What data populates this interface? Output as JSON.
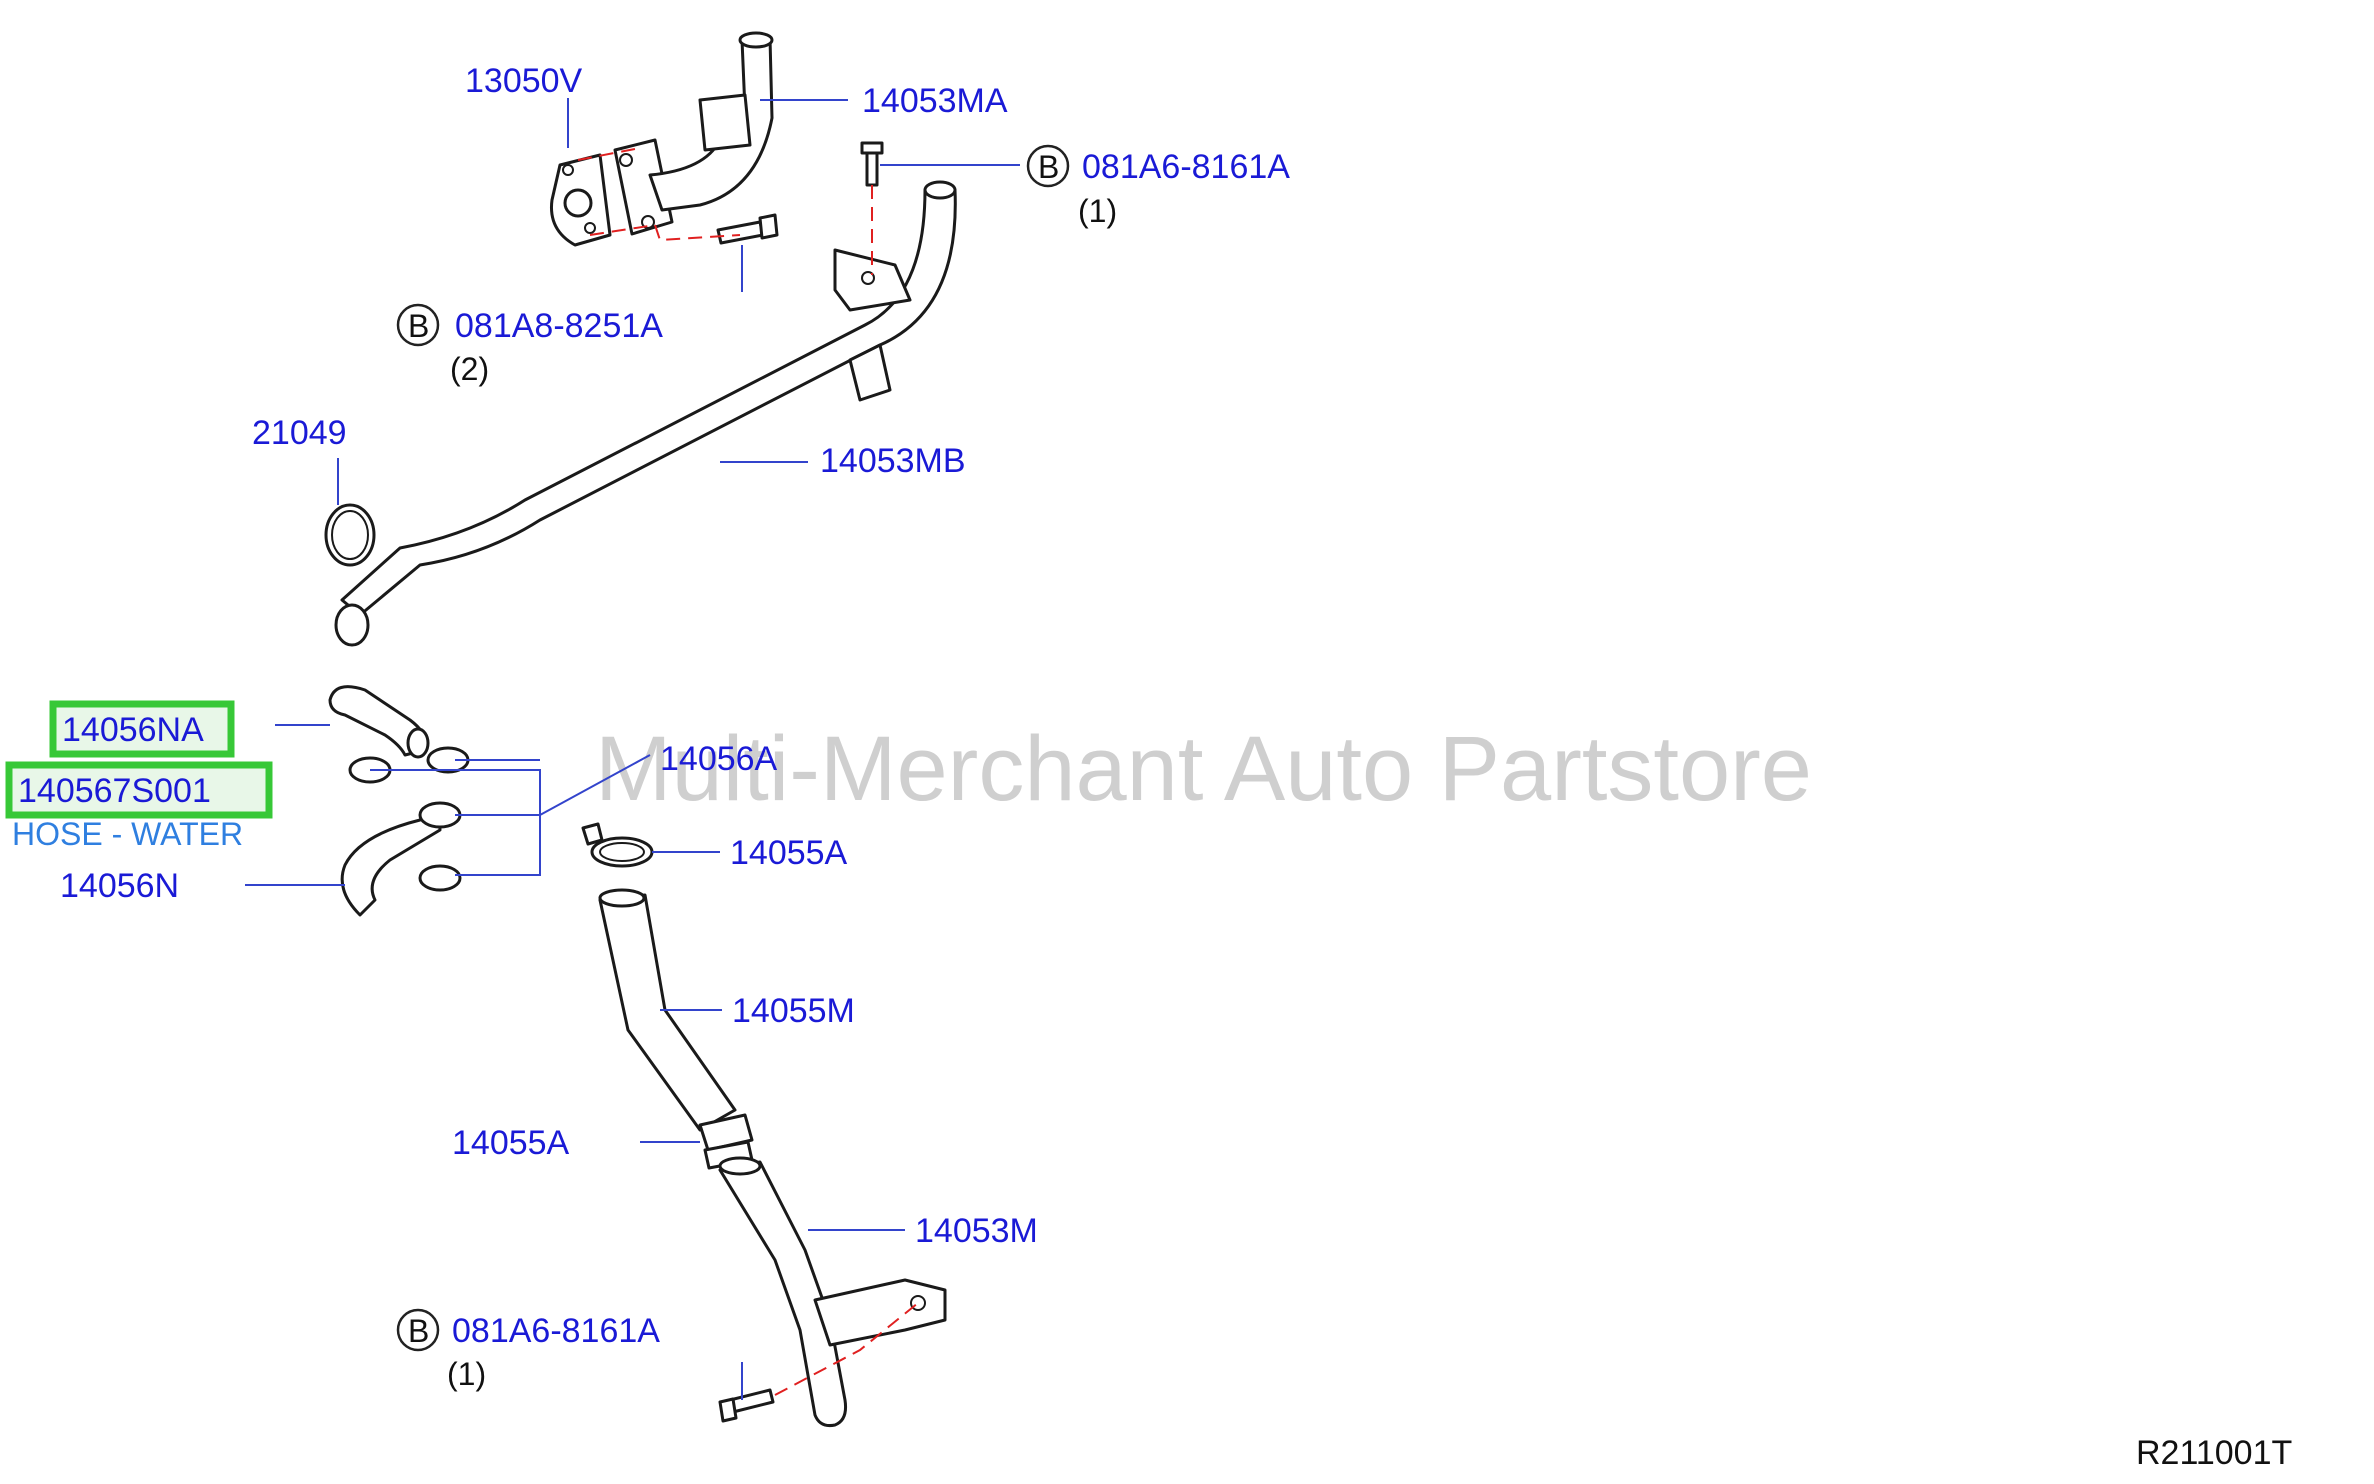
{
  "watermark": "Multi-Merchant Auto Partstore",
  "diagram_code": "R211001T",
  "highlighted": {
    "part_a": "14056NA",
    "part_b": "140567S001",
    "part_b_desc": "HOSE - WATER"
  },
  "parts": {
    "p13050V": "13050V",
    "p14053MA": "14053MA",
    "p14053MB": "14053MB",
    "p21049": "21049",
    "p14056A": "14056A",
    "p14055A_top": "14055A",
    "p14056N": "14056N",
    "p14055M": "14055M",
    "p14055A_bottom": "14055A",
    "p14053M": "14053M"
  },
  "bolts": {
    "top": {
      "letter": "B",
      "code": "081A6-8161A",
      "qty": "(1)"
    },
    "left": {
      "letter": "B",
      "code": "081A8-8251A",
      "qty": "(2)"
    },
    "bottom": {
      "letter": "B",
      "code": "081A6-8161A",
      "qty": "(1)"
    }
  }
}
